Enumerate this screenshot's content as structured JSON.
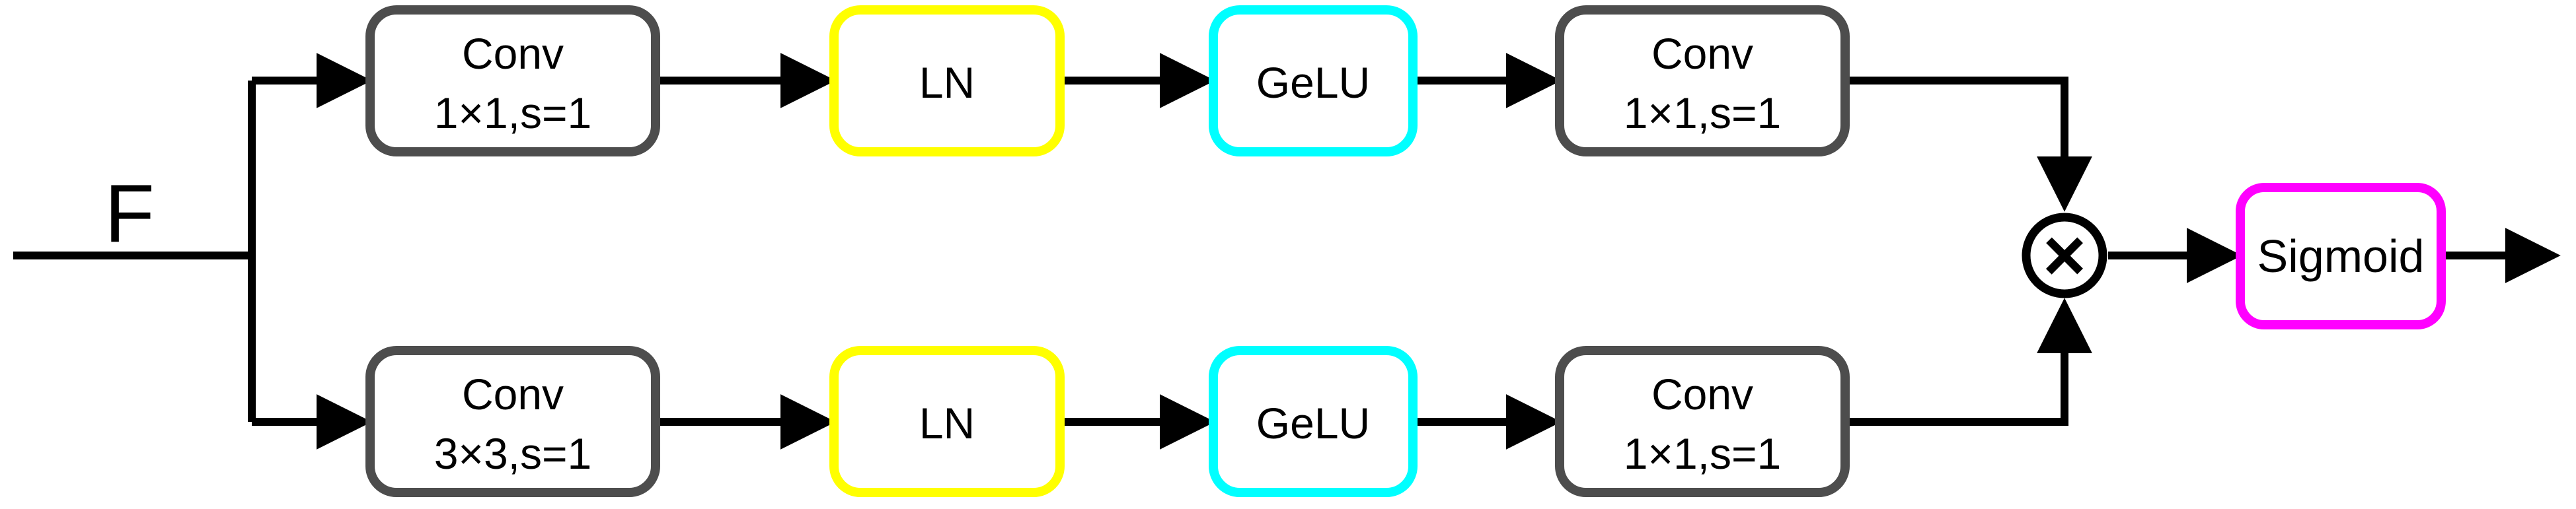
{
  "figure": {
    "input_label": "F",
    "multiply_symbol": "×",
    "colors": {
      "conv_border": "#4d4d4d",
      "ln_border": "#ffff00",
      "gelu_border": "#00ffff",
      "sigmoid_border": "#ff00ff",
      "line": "#000000",
      "box_fill": "#ffffff",
      "background": "#ffffff"
    },
    "top_branch": {
      "conv_in": {
        "line1": "Conv",
        "line2": "1×1,s=1",
        "border_color": "#4d4d4d"
      },
      "ln": {
        "label": "LN",
        "border_color": "#ffff00"
      },
      "gelu": {
        "label": "GeLU",
        "border_color": "#00ffff"
      },
      "conv_out": {
        "line1": "Conv",
        "line2": "1×1,s=1",
        "border_color": "#4d4d4d"
      }
    },
    "bottom_branch": {
      "conv_in": {
        "line1": "Conv",
        "line2": "3×3,s=1",
        "border_color": "#4d4d4d"
      },
      "ln": {
        "label": "LN",
        "border_color": "#ffff00"
      },
      "gelu": {
        "label": "GeLU",
        "border_color": "#00ffff"
      },
      "conv_out": {
        "line1": "Conv",
        "line2": "1×1,s=1",
        "border_color": "#4d4d4d"
      }
    },
    "output": {
      "sigmoid_label": "Sigmoid",
      "sigmoid_border_color": "#ff00ff"
    }
  }
}
